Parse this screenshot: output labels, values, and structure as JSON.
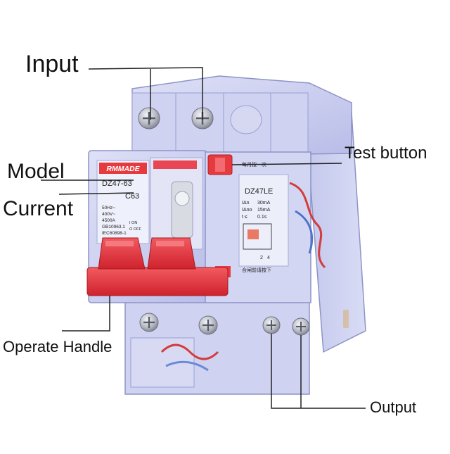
{
  "callouts": {
    "input": "Input",
    "model": "Model",
    "current": "Current",
    "test_button": "Test button",
    "operate_handle": "Operate Handle",
    "output": "Output"
  },
  "product_print": {
    "brand": "RMMADE",
    "model": "DZ47-63",
    "current_rating": "C63",
    "spec_lines": [
      "50Hz~",
      "400V~",
      "4500A",
      "GB10963.1",
      "IEC60898-1"
    ],
    "on_marks": [
      "I ON",
      "O OFF"
    ],
    "rcd_title": "DZ47LE",
    "rcd_top_note": "每月按一次",
    "rcd_specs": [
      [
        "IΔn",
        "30mA"
      ],
      [
        "IΔno",
        "15mA"
      ],
      [
        "t ≤",
        "0.1s"
      ]
    ],
    "terminal_nums": [
      "2",
      "4"
    ],
    "rcd_bottom_note": "合闸前请按下"
  },
  "colors": {
    "housing": "#c9cdee",
    "housing_edge": "#8d93c7",
    "handle": "#e8343f",
    "red_accent": "#e63a3f",
    "screw": "#b9bcc4",
    "leader": "#222222"
  }
}
